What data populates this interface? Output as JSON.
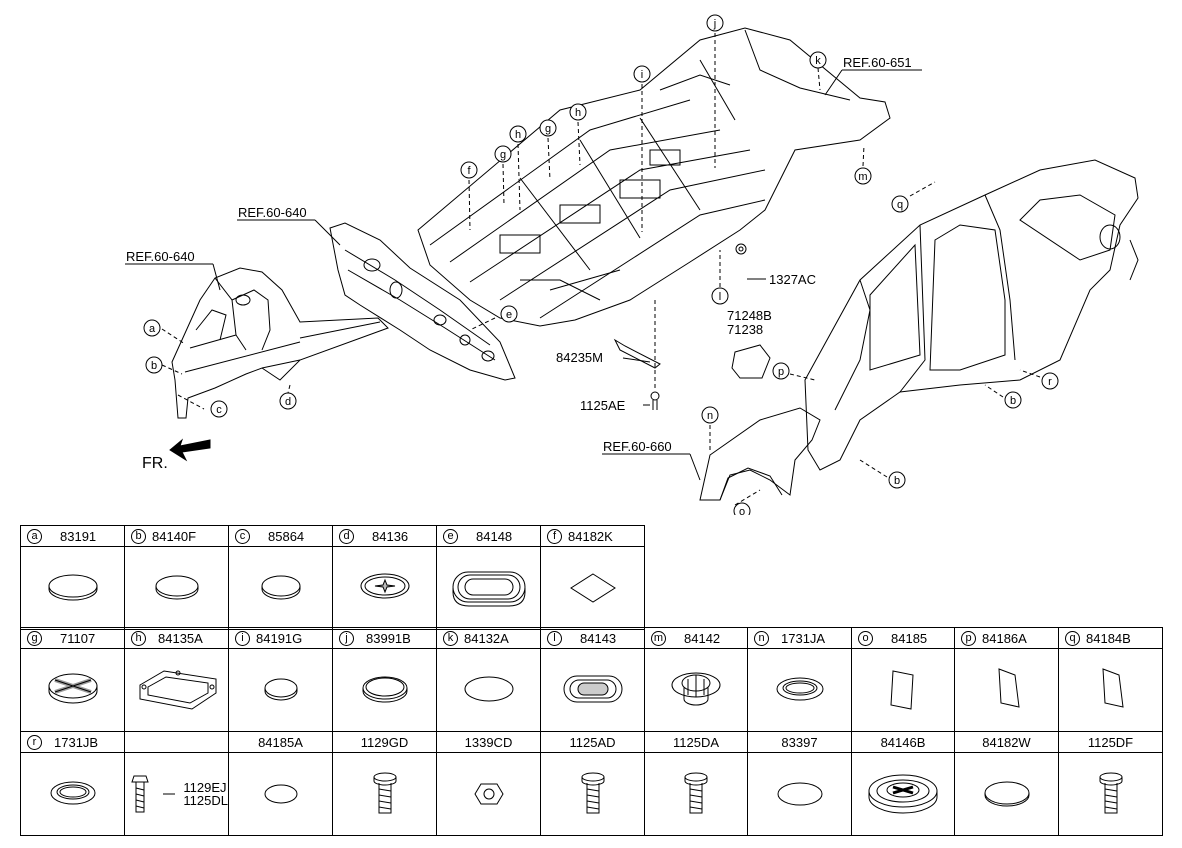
{
  "diagram": {
    "refs": [
      "REF.60-640",
      "REF.60-640",
      "REF.60-651",
      "REF.60-660"
    ],
    "callout_letters": [
      "a",
      "b",
      "c",
      "d",
      "e",
      "f",
      "g",
      "h",
      "g",
      "h",
      "i",
      "j",
      "k",
      "m",
      "q",
      "l",
      "p",
      "r",
      "b",
      "n",
      "b",
      "o"
    ],
    "part_labels": [
      "1327AC",
      "71248B",
      "71238",
      "84235M",
      "1125AE"
    ],
    "front_label": "FR."
  },
  "table": {
    "row1": [
      {
        "letter": "a",
        "part": "83191",
        "icon": "plug-oval-icon"
      },
      {
        "letter": "b",
        "part": "84140F",
        "icon": "plug-oval-icon"
      },
      {
        "letter": "c",
        "part": "85864",
        "icon": "plug-cap-icon"
      },
      {
        "letter": "d",
        "part": "84136",
        "icon": "plug-star-icon"
      },
      {
        "letter": "e",
        "part": "84148",
        "icon": "grommet-oblong-icon"
      },
      {
        "letter": "f",
        "part": "84182K",
        "icon": "pad-square-icon"
      }
    ],
    "row2": [
      {
        "letter": "g",
        "part": "71107",
        "icon": "plug-cross-icon"
      },
      {
        "letter": "h",
        "part": "84135A",
        "icon": "plug-rect-frame-icon"
      },
      {
        "letter": "i",
        "part": "84191G",
        "icon": "plug-cap-icon"
      },
      {
        "letter": "j",
        "part": "83991B",
        "icon": "plug-oval-icon"
      },
      {
        "letter": "k",
        "part": "84132A",
        "icon": "plug-flat-icon"
      },
      {
        "letter": "l",
        "part": "84143",
        "icon": "grommet-oblong-icon"
      },
      {
        "letter": "m",
        "part": "84142",
        "icon": "grommet-deep-icon"
      },
      {
        "letter": "n",
        "part": "1731JA",
        "icon": "ring-icon"
      },
      {
        "letter": "o",
        "part": "84185",
        "icon": "pad-rect-icon"
      },
      {
        "letter": "p",
        "part": "84186A",
        "icon": "pad-rect-icon"
      },
      {
        "letter": "q",
        "part": "84184B",
        "icon": "pad-rect-icon"
      }
    ],
    "row3": [
      {
        "letter": "r",
        "part": "1731JB",
        "icon": "ring-icon"
      },
      {
        "letter": "",
        "part": "",
        "icon": "bolt-icon",
        "parts": [
          "1129EJ",
          "1125DL"
        ]
      },
      {
        "letter": "",
        "part": "84185A",
        "icon": "plug-flat-icon"
      },
      {
        "letter": "",
        "part": "1129GD",
        "icon": "bolt-icon"
      },
      {
        "letter": "",
        "part": "1339CD",
        "icon": "nut-icon"
      },
      {
        "letter": "",
        "part": "1125AD",
        "icon": "bolt-icon"
      },
      {
        "letter": "",
        "part": "1125DA",
        "icon": "bolt-icon"
      },
      {
        "letter": "",
        "part": "83397",
        "icon": "plug-flat-icon"
      },
      {
        "letter": "",
        "part": "84146B",
        "icon": "grommet-deep-oblong-icon"
      },
      {
        "letter": "",
        "part": "84182W",
        "icon": "plug-flat-icon"
      },
      {
        "letter": "",
        "part": "1125DF",
        "icon": "bolt-icon"
      }
    ]
  }
}
